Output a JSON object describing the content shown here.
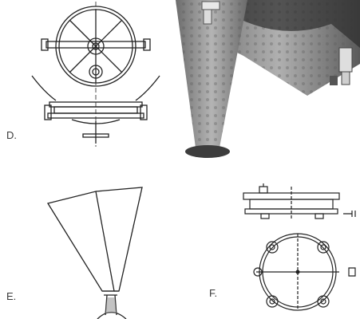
{
  "figure": {
    "labels": {
      "d": "D.",
      "e": "E.",
      "f": "F."
    }
  }
}
